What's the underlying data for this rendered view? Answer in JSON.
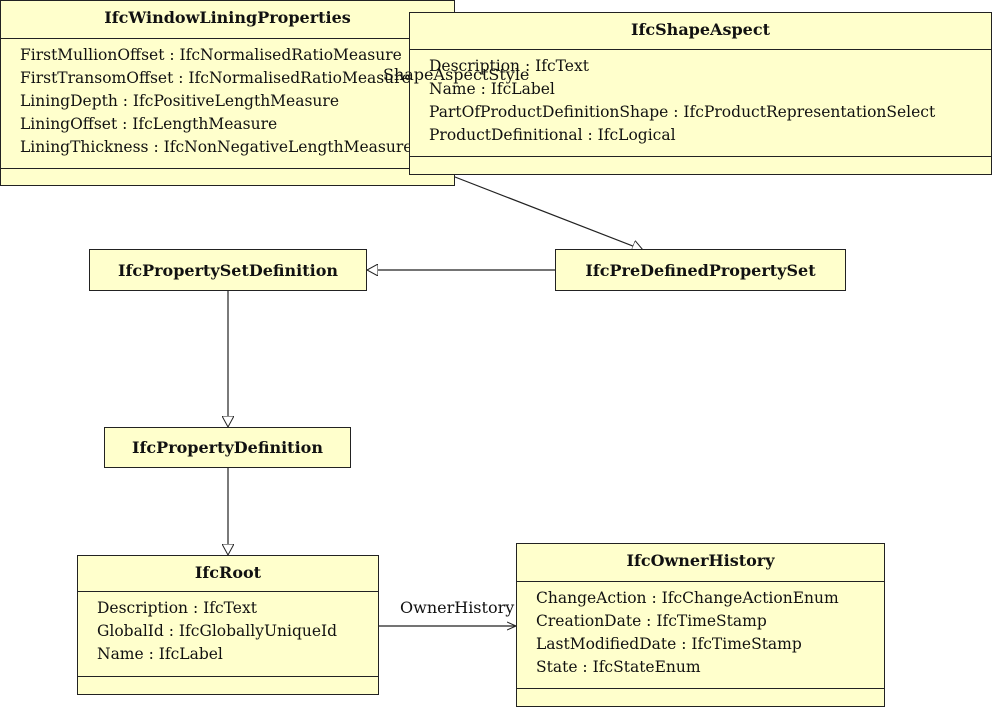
{
  "classes": {
    "window_lining": {
      "name": "IfcWindowLiningProperties",
      "attributes": [
        "FirstMullionOffset : IfcNormalisedRatioMeasure",
        "FirstTransomOffset : IfcNormalisedRatioMeasure",
        "LiningDepth : IfcPositiveLengthMeasure",
        "LiningOffset : IfcLengthMeasure",
        "LiningThickness : IfcNonNegativeLengthMeasure"
      ]
    },
    "shape_aspect": {
      "name": "IfcShapeAspect",
      "attributes": [
        "Description : IfcText",
        "Name : IfcLabel",
        "PartOfProductDefinitionShape : IfcProductRepresentationSelect",
        "ProductDefinitional : IfcLogical"
      ]
    },
    "property_set_definition": {
      "name": "IfcPropertySetDefinition"
    },
    "predefined_property_set": {
      "name": "IfcPreDefinedPropertySet"
    },
    "property_definition": {
      "name": "IfcPropertyDefinition"
    },
    "root": {
      "name": "IfcRoot",
      "attributes": [
        "Description : IfcText",
        "GlobalId : IfcGloballyUniqueId",
        "Name : IfcLabel"
      ]
    },
    "owner_history": {
      "name": "IfcOwnerHistory",
      "attributes": [
        "ChangeAction : IfcChangeActionEnum",
        "CreationDate : IfcTimeStamp",
        "LastModifiedDate : IfcTimeStamp",
        "State : IfcStateEnum"
      ]
    }
  },
  "labels": {
    "shape_aspect_style": "ShapeAspectStyle",
    "owner_history": "OwnerHistory"
  }
}
